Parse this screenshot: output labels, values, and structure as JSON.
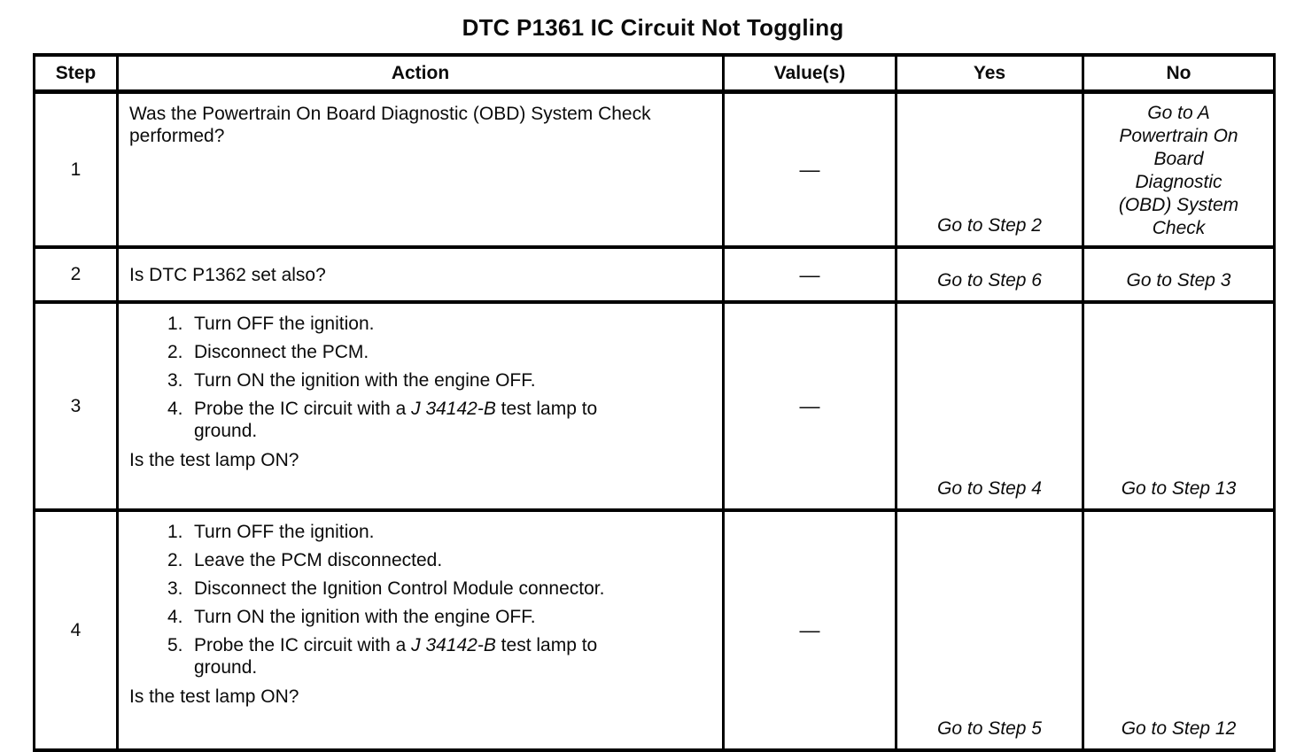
{
  "title": "DTC P1361 IC Circuit Not Toggling",
  "styles": {
    "ink": "#0b0b0b",
    "border": "#000000",
    "italic_phrase": "J 34142-B"
  },
  "table": {
    "headers": [
      "Step",
      "Action",
      "Value(s)",
      "Yes",
      "No"
    ],
    "rows": [
      {
        "step": "1",
        "question": "Was the Powertrain On Board Diagnostic (OBD) System Check performed?",
        "value": "—",
        "yes": "Go to Step 2",
        "no": "Go to A Powertrain On Board Diagnostic (OBD) System Check"
      },
      {
        "step": "2",
        "question": "Is DTC P1362 set also?",
        "value": "—",
        "yes": "Go to Step 6",
        "no": "Go to Step 3"
      },
      {
        "step": "3",
        "action_items": [
          "Turn OFF the ignition.",
          "Disconnect the PCM.",
          "Turn ON the ignition with the engine OFF.",
          "Probe the IC circuit with a J 34142-B test lamp to ground."
        ],
        "question": "Is the test lamp ON?",
        "value": "—",
        "yes": "Go to Step 4",
        "no": "Go to Step 13"
      },
      {
        "step": "4",
        "action_items": [
          "Turn OFF the ignition.",
          "Leave the PCM disconnected.",
          "Disconnect the Ignition Control Module connector.",
          "Turn ON the ignition with the engine OFF.",
          "Probe the IC circuit with a J 34142-B test lamp to ground."
        ],
        "question": "Is the test lamp ON?",
        "value": "—",
        "yes": "Go to Step 5",
        "no": "Go to Step 12"
      }
    ]
  }
}
